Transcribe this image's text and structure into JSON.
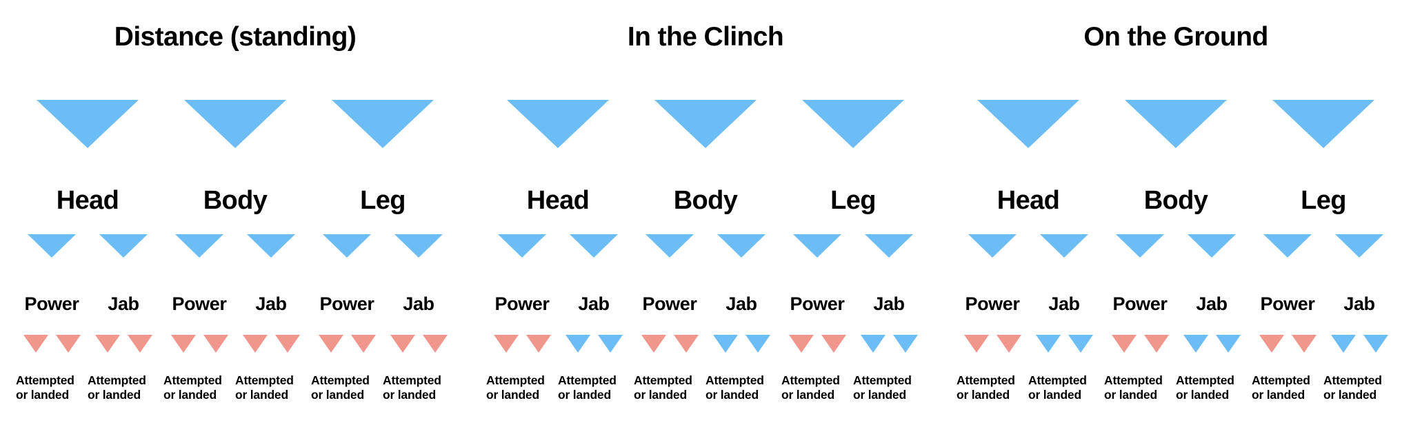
{
  "colors": {
    "blue": "#6CBDF5",
    "red": "#F0968C",
    "text": "#000000",
    "background": "#FFFFFF"
  },
  "leaf_caption": "Attempted\nor landed",
  "sections": [
    {
      "title": "Distance (standing)",
      "node_color": "blue",
      "targets": [
        {
          "name": "Head",
          "node_color": "blue",
          "strikes": [
            {
              "name": "Power",
              "node_color": "blue",
              "leaves": [
                {
                  "caption": "Attempted\nor landed",
                  "color": "red"
                },
                {
                  "caption": "Attempted\nor landed",
                  "color": "red"
                }
              ]
            },
            {
              "name": "Jab",
              "node_color": "blue",
              "leaves": [
                {
                  "caption": "Attempted\nor landed",
                  "color": "red"
                },
                {
                  "caption": "Attempted\nor landed",
                  "color": "red"
                }
              ]
            }
          ]
        },
        {
          "name": "Body",
          "node_color": "blue",
          "strikes": [
            {
              "name": "Power",
              "node_color": "blue",
              "leaves": [
                {
                  "caption": "Attempted\nor landed",
                  "color": "red"
                },
                {
                  "caption": "Attempted\nor landed",
                  "color": "red"
                }
              ]
            },
            {
              "name": "Jab",
              "node_color": "blue",
              "leaves": [
                {
                  "caption": "Attempted\nor landed",
                  "color": "red"
                },
                {
                  "caption": "Attempted\nor landed",
                  "color": "red"
                }
              ]
            }
          ]
        },
        {
          "name": "Leg",
          "node_color": "blue",
          "strikes": [
            {
              "name": "Power",
              "node_color": "blue",
              "leaves": [
                {
                  "caption": "Attempted\nor landed",
                  "color": "red"
                },
                {
                  "caption": "Attempted\nor landed",
                  "color": "red"
                }
              ]
            },
            {
              "name": "Jab",
              "node_color": "blue",
              "leaves": [
                {
                  "caption": "Attempted\nor landed",
                  "color": "red"
                },
                {
                  "caption": "Attempted\nor landed",
                  "color": "red"
                }
              ]
            }
          ]
        }
      ]
    },
    {
      "title": "In the Clinch",
      "node_color": "blue",
      "targets": [
        {
          "name": "Head",
          "node_color": "blue",
          "strikes": [
            {
              "name": "Power",
              "node_color": "blue",
              "leaves": [
                {
                  "caption": "Attempted\nor landed",
                  "color": "red"
                },
                {
                  "caption": "Attempted\nor landed",
                  "color": "red"
                }
              ]
            },
            {
              "name": "Jab",
              "node_color": "blue",
              "leaves": [
                {
                  "caption": "Attempted\nor landed",
                  "color": "blue"
                },
                {
                  "caption": "Attempted\nor landed",
                  "color": "blue"
                }
              ]
            }
          ]
        },
        {
          "name": "Body",
          "node_color": "blue",
          "strikes": [
            {
              "name": "Power",
              "node_color": "blue",
              "leaves": [
                {
                  "caption": "Attempted\nor landed",
                  "color": "red"
                },
                {
                  "caption": "Attempted\nor landed",
                  "color": "red"
                }
              ]
            },
            {
              "name": "Jab",
              "node_color": "blue",
              "leaves": [
                {
                  "caption": "Attempted\nor landed",
                  "color": "blue"
                },
                {
                  "caption": "Attempted\nor landed",
                  "color": "blue"
                }
              ]
            }
          ]
        },
        {
          "name": "Leg",
          "node_color": "blue",
          "strikes": [
            {
              "name": "Power",
              "node_color": "blue",
              "leaves": [
                {
                  "caption": "Attempted\nor landed",
                  "color": "red"
                },
                {
                  "caption": "Attempted\nor landed",
                  "color": "red"
                }
              ]
            },
            {
              "name": "Jab",
              "node_color": "blue",
              "leaves": [
                {
                  "caption": "Attempted\nor landed",
                  "color": "blue"
                },
                {
                  "caption": "Attempted\nor landed",
                  "color": "blue"
                }
              ]
            }
          ]
        }
      ]
    },
    {
      "title": "On the Ground",
      "node_color": "blue",
      "targets": [
        {
          "name": "Head",
          "node_color": "blue",
          "strikes": [
            {
              "name": "Power",
              "node_color": "blue",
              "leaves": [
                {
                  "caption": "Attempted\nor landed",
                  "color": "red"
                },
                {
                  "caption": "Attempted\nor landed",
                  "color": "red"
                }
              ]
            },
            {
              "name": "Jab",
              "node_color": "blue",
              "leaves": [
                {
                  "caption": "Attempted\nor landed",
                  "color": "blue"
                },
                {
                  "caption": "Attempted\nor landed",
                  "color": "blue"
                }
              ]
            }
          ]
        },
        {
          "name": "Body",
          "node_color": "blue",
          "strikes": [
            {
              "name": "Power",
              "node_color": "blue",
              "leaves": [
                {
                  "caption": "Attempted\nor landed",
                  "color": "red"
                },
                {
                  "caption": "Attempted\nor landed",
                  "color": "red"
                }
              ]
            },
            {
              "name": "Jab",
              "node_color": "blue",
              "leaves": [
                {
                  "caption": "Attempted\nor landed",
                  "color": "blue"
                },
                {
                  "caption": "Attempted\nor landed",
                  "color": "blue"
                }
              ]
            }
          ]
        },
        {
          "name": "Leg",
          "node_color": "blue",
          "strikes": [
            {
              "name": "Power",
              "node_color": "blue",
              "leaves": [
                {
                  "caption": "Attempted\nor landed",
                  "color": "red"
                },
                {
                  "caption": "Attempted\nor landed",
                  "color": "red"
                }
              ]
            },
            {
              "name": "Jab",
              "node_color": "blue",
              "leaves": [
                {
                  "caption": "Attempted\nor landed",
                  "color": "blue"
                },
                {
                  "caption": "Attempted\nor landed",
                  "color": "blue"
                }
              ]
            }
          ]
        }
      ]
    }
  ]
}
